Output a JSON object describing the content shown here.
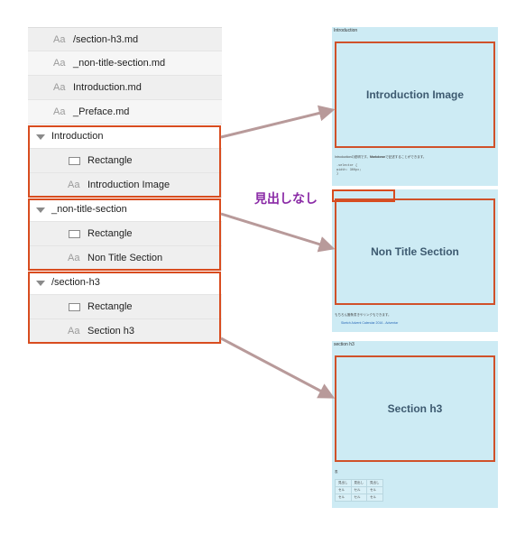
{
  "layers": {
    "text_rows": [
      {
        "icon": "Aa",
        "label": "/section-h3.md"
      },
      {
        "icon": "Aa",
        "label": "_non-title-section.md"
      },
      {
        "icon": "Aa",
        "label": "Introduction.md"
      },
      {
        "icon": "Aa",
        "label": "_Preface.md"
      }
    ],
    "groups": [
      {
        "label": "Introduction",
        "rect_label": "Rectangle",
        "text_icon": "Aa",
        "text_label": "Introduction Image"
      },
      {
        "label": "_non-title-section",
        "rect_label": "Rectangle",
        "text_icon": "Aa",
        "text_label": "Non Title Section"
      },
      {
        "label": "/section-h3",
        "rect_label": "Rectangle",
        "text_icon": "Aa",
        "text_label": "Section h3"
      }
    ]
  },
  "boards": {
    "intro": {
      "title": "Introduction",
      "image_label": "Introduction Image",
      "body_pre": "Introductionの説明です。",
      "body_bold": "Markdown",
      "body_post": "で記述することができます。",
      "code": [
        ".selector {",
        "  width: 300px;",
        "}"
      ]
    },
    "nontitle": {
      "image_label": "Non Title Section",
      "body": "もちろん箇条書きやリンクもできます。",
      "link": "Sketch Advent Calendar 2016 - Adventar"
    },
    "h3": {
      "title": "section h3",
      "image_label": "Section h3",
      "caption": "表",
      "table": [
        [
          "見出し",
          "見出し",
          "見出し"
        ],
        [
          "セル",
          "セル",
          "セル"
        ],
        [
          "セル",
          "セル",
          "セル"
        ]
      ]
    }
  },
  "annotation": {
    "no_heading": "見出しなし"
  },
  "colors": {
    "highlight": "#d84c1f",
    "arrow": "#b89a9a",
    "board": "#cdebf4",
    "annotation_text": "#8a2aa6"
  }
}
